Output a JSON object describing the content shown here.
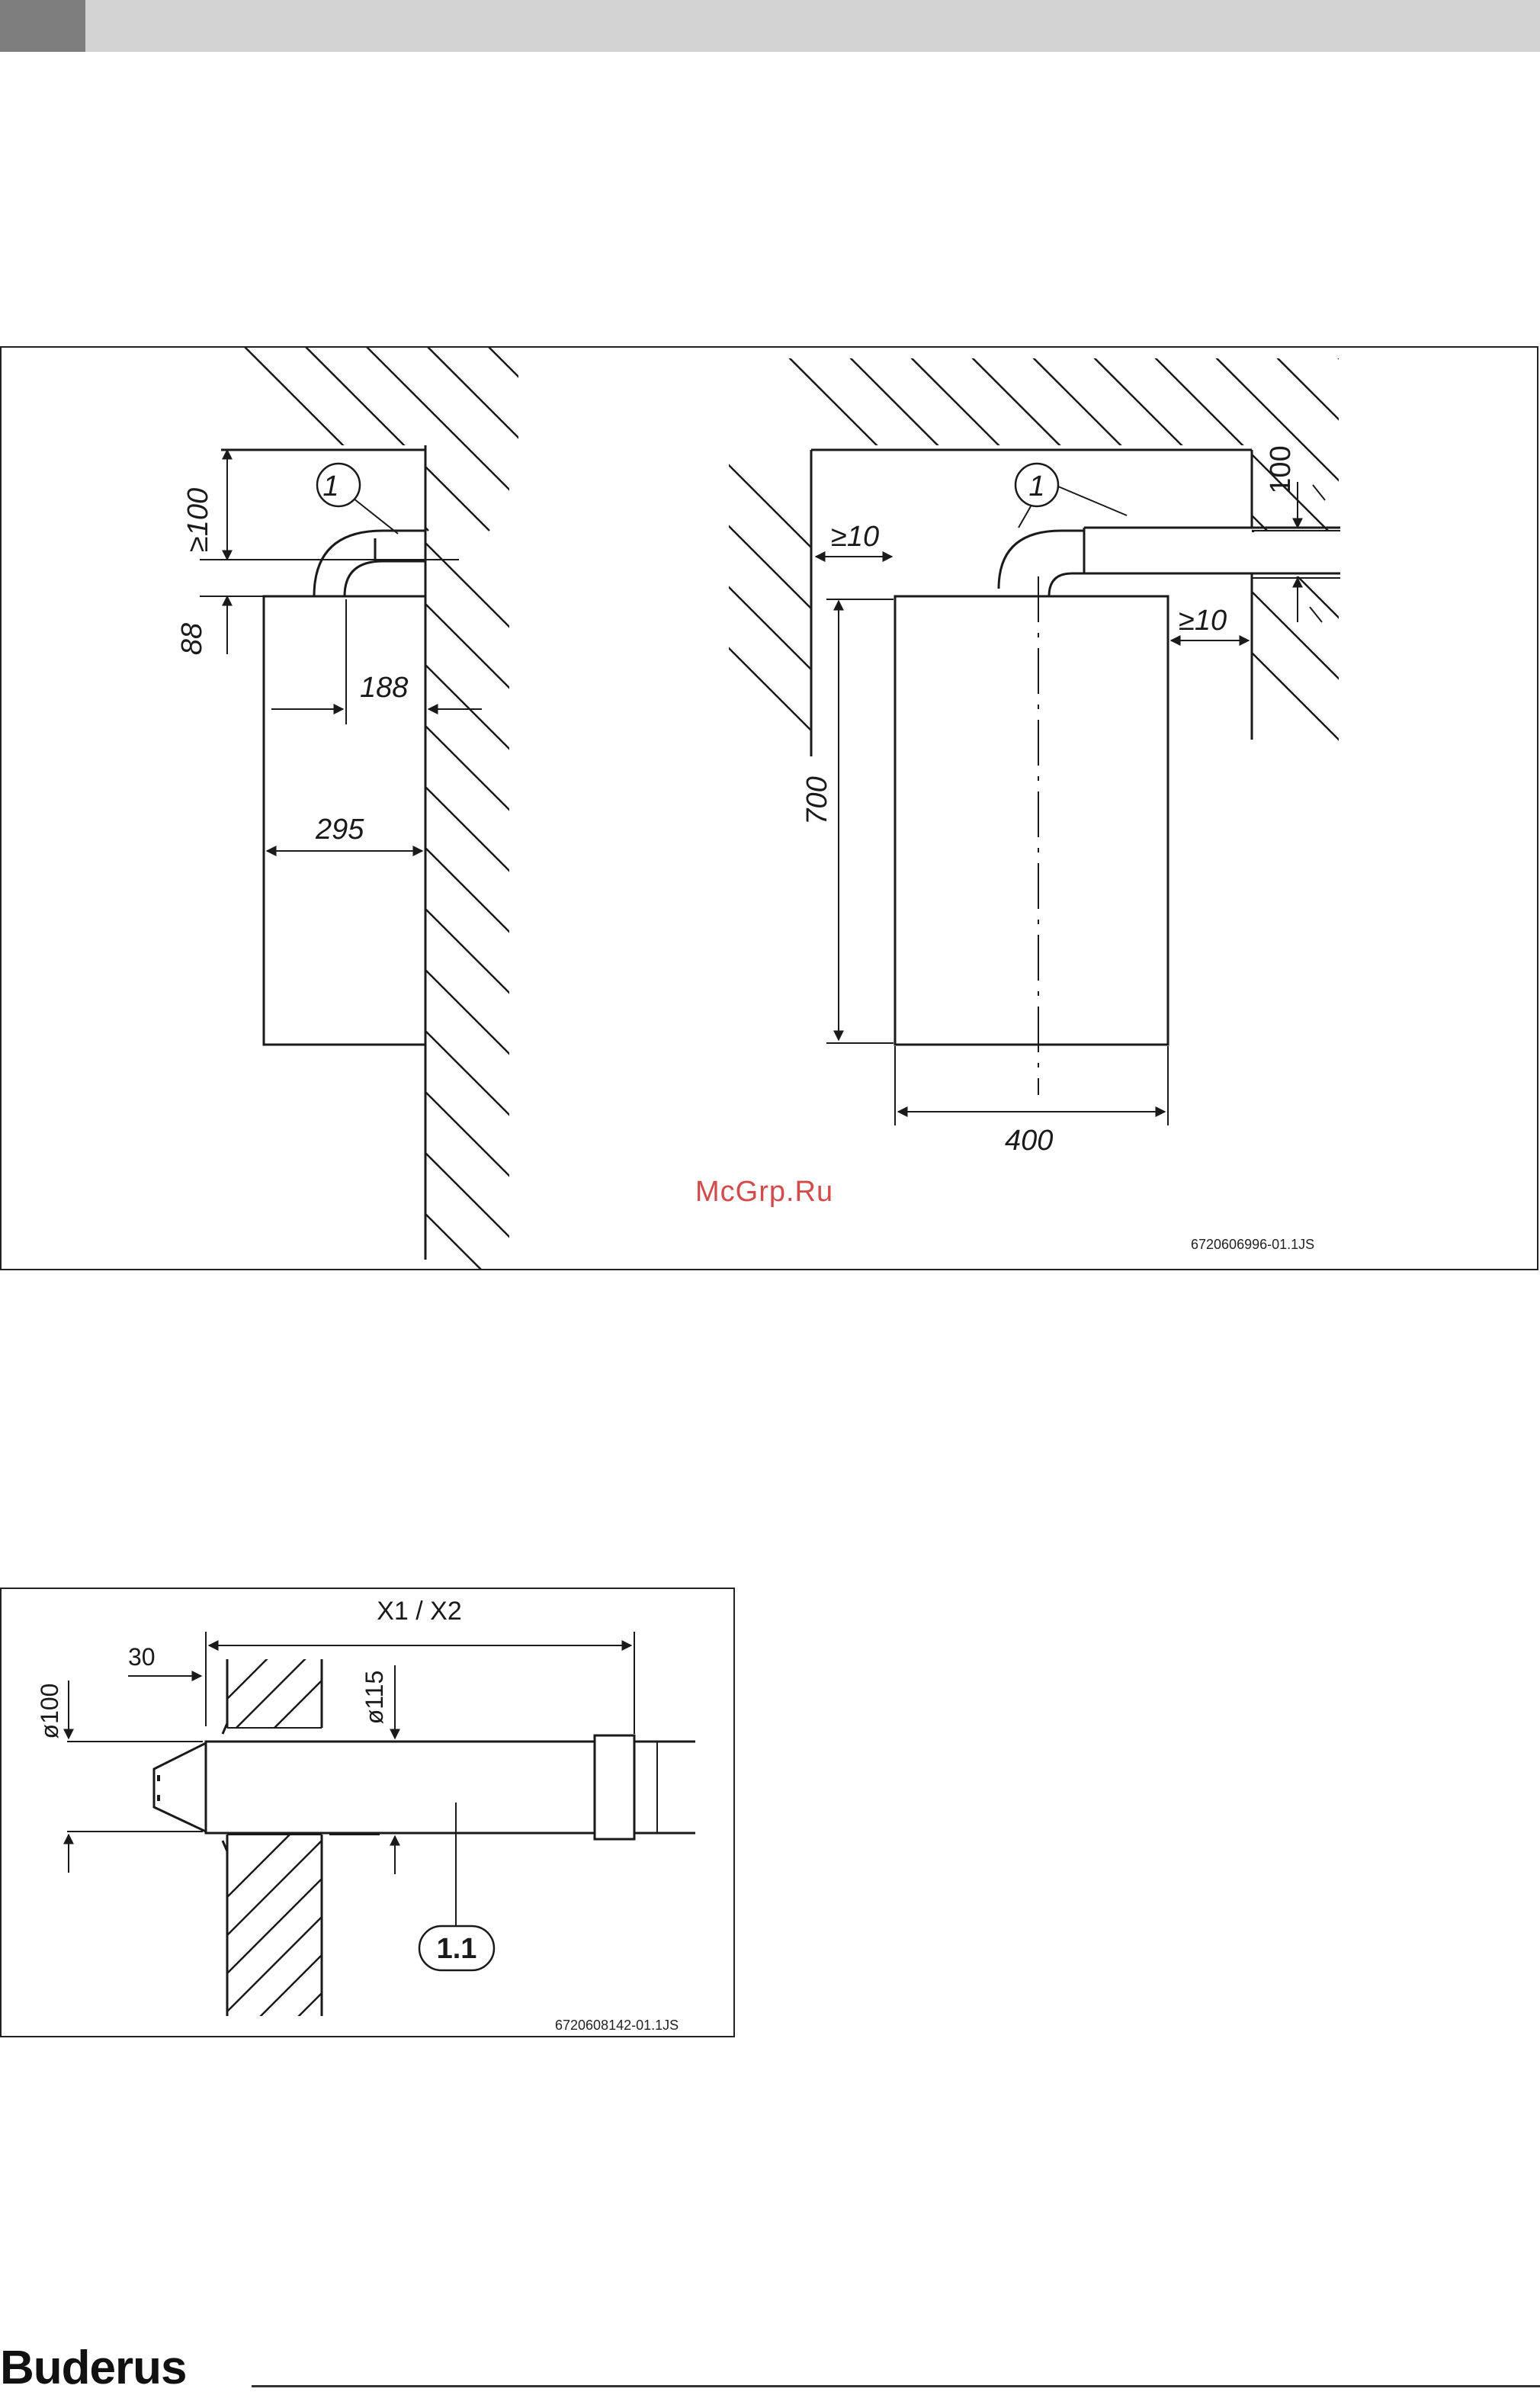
{
  "figure1": {
    "code": "6720606996-01.1JS",
    "labels": {
      "gte100": "≥100",
      "d88": "88",
      "d188": "188",
      "d295": "295",
      "item1": "1",
      "gte10_left": "≥10",
      "gte10_right": "≥10",
      "d100": "100",
      "d700": "700",
      "d400": "400"
    }
  },
  "watermark": "McGrp.Ru",
  "figure2": {
    "code": "6720608142-01.1JS",
    "labels": {
      "x1x2": "X1 / X2",
      "d30": "30",
      "dia100": "ø100",
      "dia115": "ø115",
      "item": "1.1"
    }
  },
  "footer": {
    "brand": "Buderus"
  }
}
